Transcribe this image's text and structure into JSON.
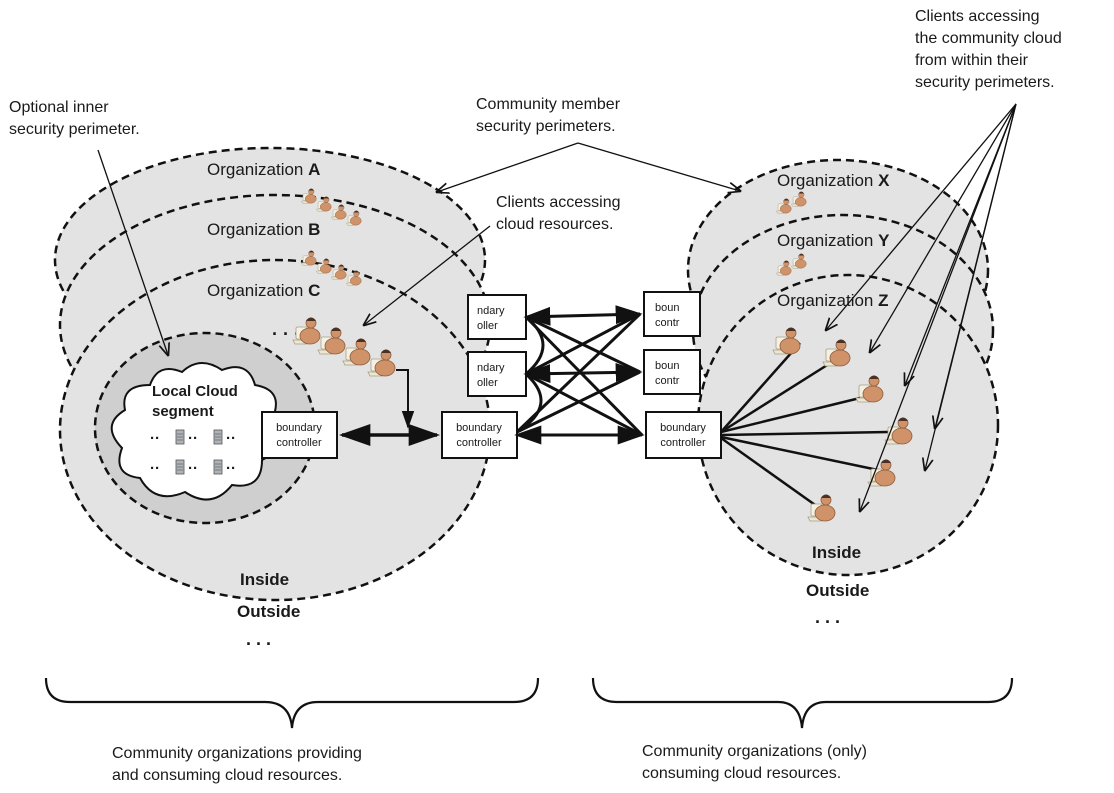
{
  "annotations": {
    "inner_perimeter": [
      "Optional inner",
      "security perimeter."
    ],
    "member_perimeters": [
      "Community member",
      "security perimeters."
    ],
    "clients_cloud": [
      "Clients accessing",
      "cloud resources."
    ],
    "clients_community": [
      "Clients accessing",
      "the community cloud",
      "from within their",
      "security perimeters."
    ]
  },
  "left_group": {
    "org_prefix": "Organization",
    "letters": [
      "A",
      "B",
      "C"
    ],
    "local_cloud": [
      "Local Cloud",
      "segment"
    ],
    "inside": "Inside",
    "outside": "Outside",
    "ellipsis": ". . .",
    "caption": [
      "Community organizations providing",
      "and consuming cloud resources."
    ]
  },
  "right_group": {
    "org_prefix": "Organization",
    "letters": [
      "X",
      "Y",
      "Z"
    ],
    "inside": "Inside",
    "outside": "Outside",
    "ellipsis": ". . .",
    "caption": [
      "Community organizations (only)",
      "consuming cloud resources."
    ]
  },
  "boundary_controller": [
    "boundary",
    "controller"
  ],
  "boundary_partial_left": [
    "ndary",
    "oller"
  ],
  "boundary_partial_right": [
    "boun",
    "contr"
  ],
  "colors": {
    "org_fill": "#e3e3e3",
    "cloud_fill": "#cfcfcf",
    "client_skin": "#cf9269",
    "line": "#111111"
  }
}
